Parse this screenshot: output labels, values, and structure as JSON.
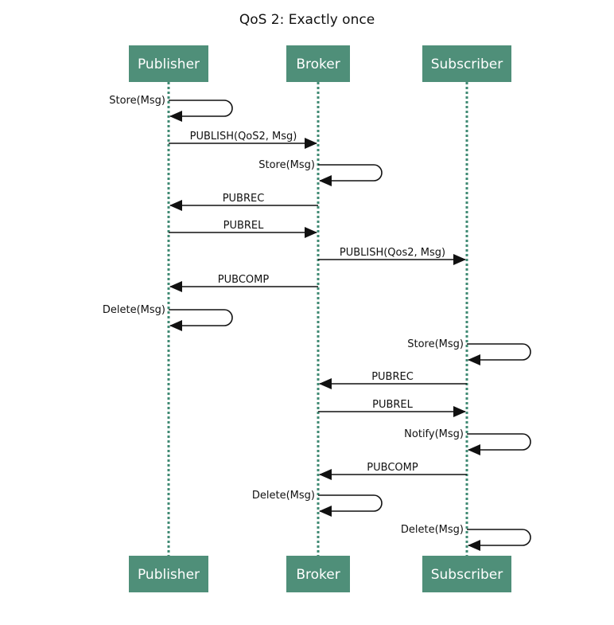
{
  "diagram": {
    "title": "QoS 2: Exactly once",
    "participants": [
      {
        "id": "publisher",
        "label": "Publisher"
      },
      {
        "id": "broker",
        "label": "Broker"
      },
      {
        "id": "subscriber",
        "label": "Subscriber"
      }
    ],
    "messages": [
      {
        "kind": "self",
        "at": "publisher",
        "label": "Store(Msg)"
      },
      {
        "kind": "arrow",
        "from": "publisher",
        "to": "broker",
        "label": "PUBLISH(QoS2, Msg)"
      },
      {
        "kind": "self",
        "at": "broker",
        "label": "Store(Msg)"
      },
      {
        "kind": "arrow",
        "from": "broker",
        "to": "publisher",
        "label": "PUBREC"
      },
      {
        "kind": "arrow",
        "from": "publisher",
        "to": "broker",
        "label": "PUBREL"
      },
      {
        "kind": "arrow",
        "from": "broker",
        "to": "subscriber",
        "label": "PUBLISH(Qos2, Msg)"
      },
      {
        "kind": "arrow",
        "from": "broker",
        "to": "publisher",
        "label": "PUBCOMP"
      },
      {
        "kind": "self",
        "at": "publisher",
        "label": "Delete(Msg)"
      },
      {
        "kind": "self",
        "at": "subscriber",
        "label": "Store(Msg)"
      },
      {
        "kind": "arrow",
        "from": "subscriber",
        "to": "broker",
        "label": "PUBREC"
      },
      {
        "kind": "arrow",
        "from": "broker",
        "to": "subscriber",
        "label": "PUBREL"
      },
      {
        "kind": "self",
        "at": "subscriber",
        "label": "Notify(Msg)"
      },
      {
        "kind": "arrow",
        "from": "subscriber",
        "to": "broker",
        "label": "PUBCOMP"
      },
      {
        "kind": "self",
        "at": "broker",
        "label": "Delete(Msg)"
      },
      {
        "kind": "self",
        "at": "subscriber",
        "label": "Delete(Msg)"
      }
    ],
    "colors": {
      "box_fill": "#4f8f79",
      "lifeline": "#3f8a73",
      "arrow": "#111111"
    }
  }
}
